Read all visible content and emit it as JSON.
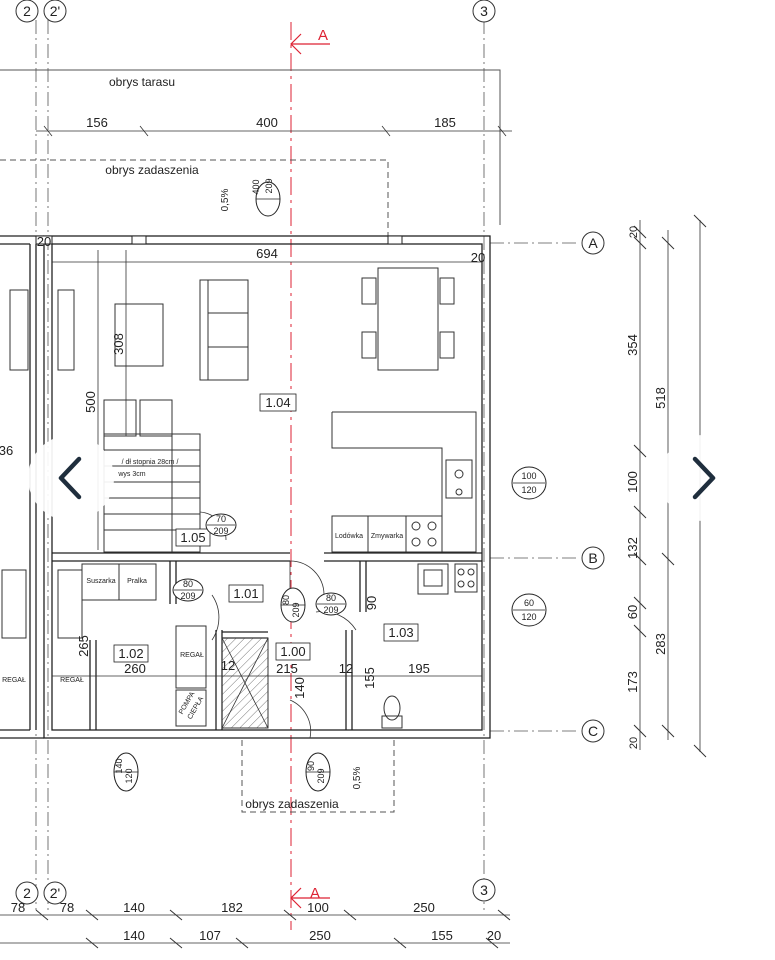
{
  "plan": {
    "section_marker": "A",
    "axes": {
      "left_a": "2",
      "left_b": "2'",
      "right": "3",
      "row_a": "A",
      "row_b": "B",
      "row_c": "C"
    },
    "outlines": {
      "terrace": "obrys tarasu",
      "roof_top": "obrys zadaszenia",
      "roof_bottom": "obrys zadaszenia"
    },
    "slopes": {
      "top": "0,5%",
      "bottom": "0,5%"
    },
    "rooms": {
      "r104": "1.04",
      "r105": "1.05",
      "r101": "1.01",
      "r102": "1.02",
      "r100": "1.00",
      "r103": "1.03"
    },
    "labels": {
      "stair_note_1": "/ dł stopnia 28cm /",
      "stair_note_2": "wys 3cm",
      "suszarka": "Suszarka",
      "pralka": "Pralka",
      "lodowka": "Lodówka",
      "zmywarka": "Zmywarka",
      "regal_1": "REGAŁ",
      "regal_2": "REGAŁ",
      "regal_3": "REGAŁ",
      "pompa_1": "POMPA",
      "pompa_2": "CIEPŁA"
    },
    "doors": [
      {
        "top": "400",
        "bottom": "209"
      },
      {
        "top": "70",
        "bottom": "209"
      },
      {
        "top": "80",
        "bottom": "209"
      },
      {
        "top": "80",
        "bottom": "209"
      },
      {
        "top": "80",
        "bottom": "209"
      },
      {
        "top": "140",
        "bottom": "120"
      },
      {
        "top": "90",
        "bottom": "209"
      }
    ],
    "windows": [
      {
        "top": "100",
        "bottom": "120"
      },
      {
        "top": "60",
        "bottom": "120"
      }
    ],
    "dims": {
      "top_156": "156",
      "top_400": "400",
      "top_185": "185",
      "d694": "694",
      "d308": "308",
      "d500": "500",
      "d36": "36",
      "d260": "260",
      "d265": "265",
      "d215": "215",
      "d195": "195",
      "d90": "90",
      "d155": "155",
      "d140v": "140",
      "d12a": "12",
      "d12b": "12",
      "d20a": "20",
      "d20b": "20",
      "r354": "354",
      "r518": "518",
      "r100": "100",
      "r132": "132",
      "r60": "60",
      "r173": "173",
      "r283": "283",
      "r20top": "20",
      "r20bot": "20",
      "b1": [
        "78",
        "78",
        "140",
        "182",
        "100",
        "250"
      ],
      "b2": [
        "140",
        "107",
        "250",
        "155",
        "20"
      ]
    }
  },
  "nav": {
    "prev_icon": "chevron-left-icon",
    "next_icon": "chevron-right-icon"
  }
}
